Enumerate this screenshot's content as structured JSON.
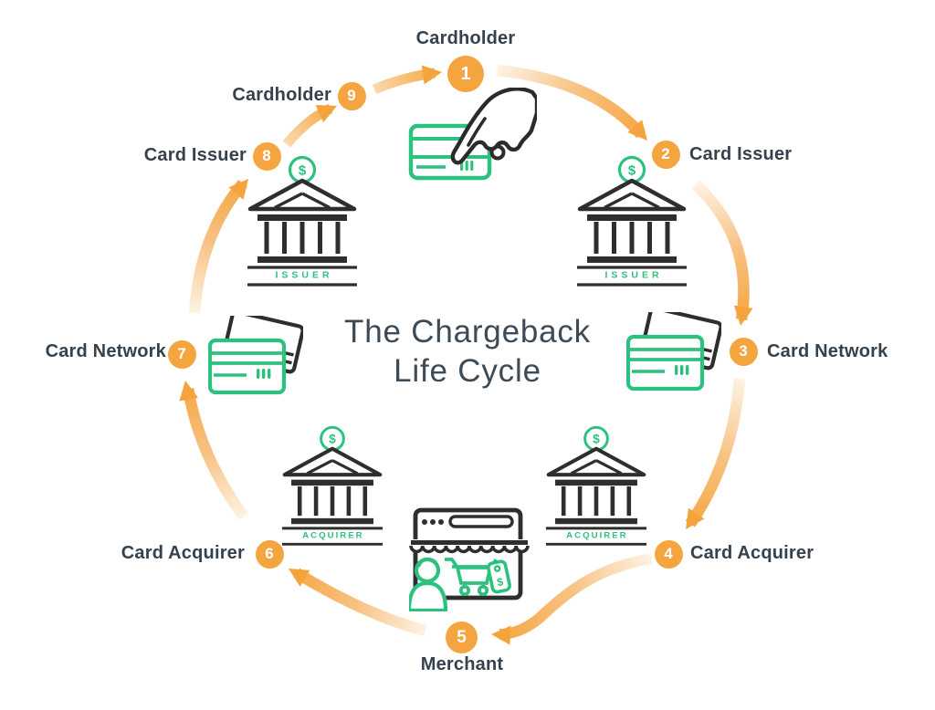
{
  "title": {
    "line1": "The Chargeback",
    "line2": "Life Cycle"
  },
  "steps": [
    {
      "num": "1",
      "label": "Cardholder"
    },
    {
      "num": "2",
      "label": "Card Issuer"
    },
    {
      "num": "3",
      "label": "Card Network"
    },
    {
      "num": "4",
      "label": "Card Acquirer"
    },
    {
      "num": "5",
      "label": "Merchant"
    },
    {
      "num": "6",
      "label": "Card Acquirer"
    },
    {
      "num": "7",
      "label": "Card Network"
    },
    {
      "num": "8",
      "label": "Card Issuer"
    },
    {
      "num": "9",
      "label": "Cardholder"
    }
  ],
  "icons": {
    "dollar_sign": "$",
    "issuer_label": "ISSUER",
    "acquirer_label": "ACQUIRER"
  },
  "colors": {
    "arrow_orange": "#F5A53F",
    "arrow_fade": "#FCEEDC",
    "icon_green": "#2CC17E",
    "icon_dark": "#2E2E2E",
    "text_dark": "#35424E"
  }
}
